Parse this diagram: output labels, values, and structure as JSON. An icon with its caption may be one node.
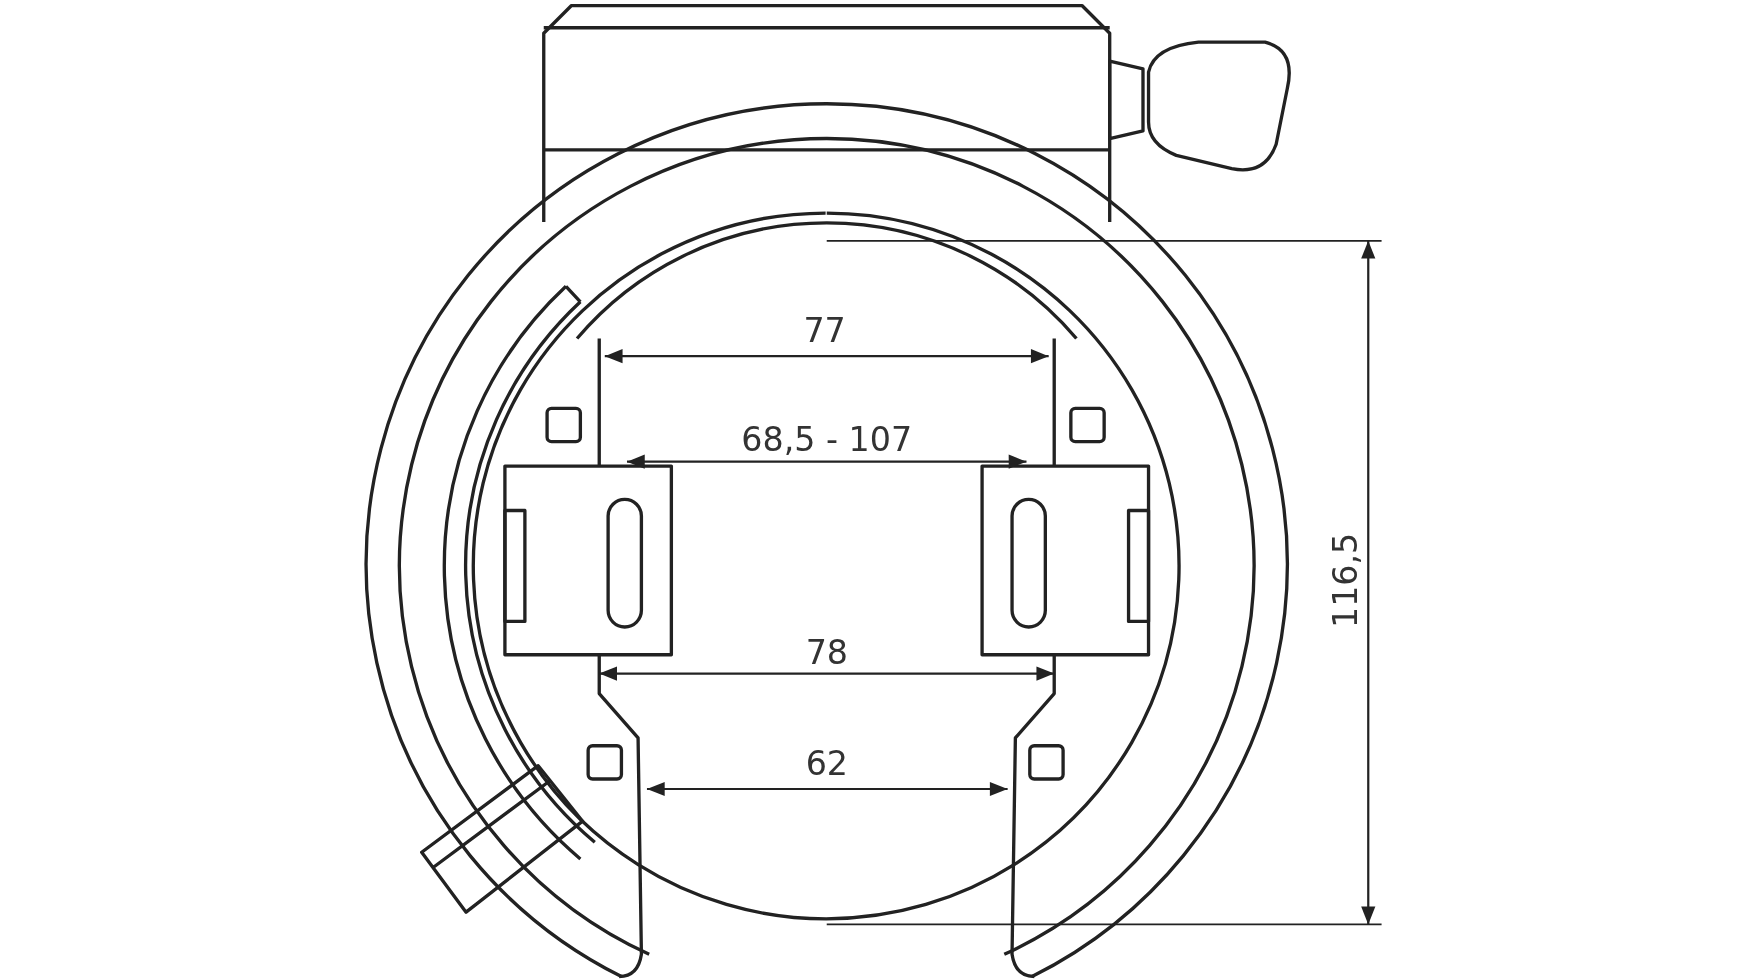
{
  "diagram": {
    "labels": [
      "77",
      "68,5 - 107",
      "78",
      "62",
      "116,5"
    ]
  }
}
